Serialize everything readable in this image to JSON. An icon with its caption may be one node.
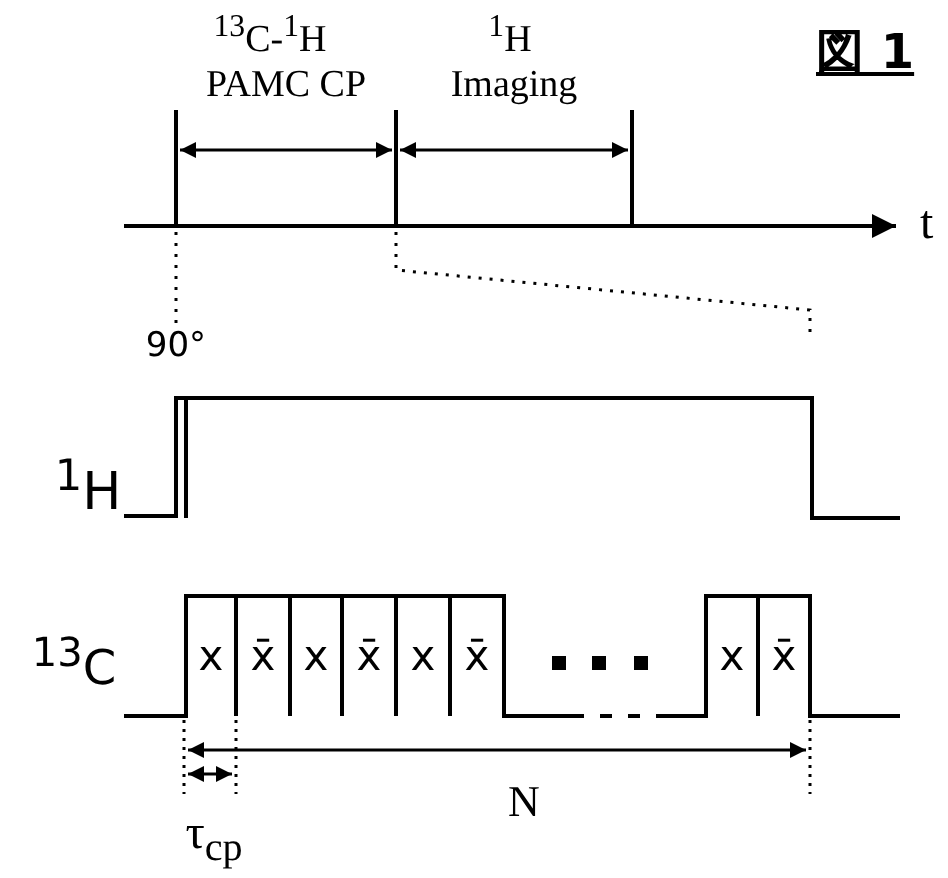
{
  "diagram": {
    "title": "図 1",
    "labels": [
      "$^{13}$C-$^{1}$H",
      "PAMC CP",
      "$^{1}$H",
      "Imaging",
      "t",
      "90°",
      "$^{1}$H",
      "$^{13}$C",
      "x",
      "x̄",
      "x",
      "x̄",
      "x",
      "x̄",
      "x",
      "x̄",
      "N",
      "τ$_{cp}$"
    ]
  }
}
